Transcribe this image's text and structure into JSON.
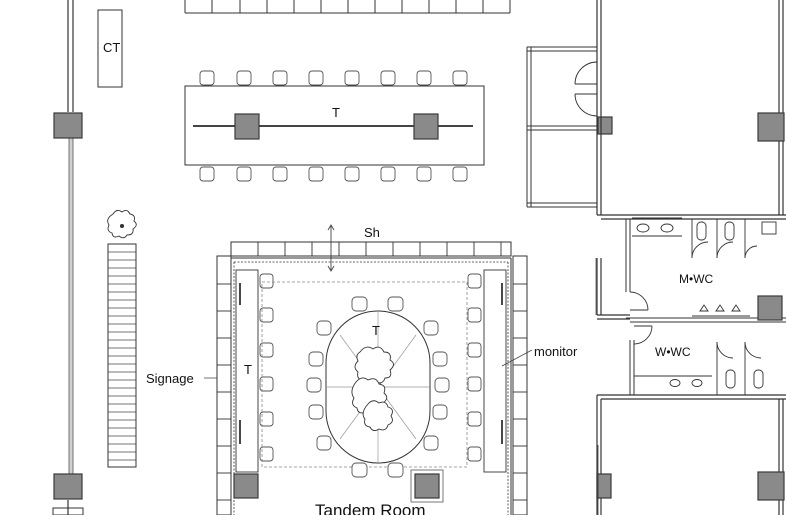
{
  "labels": {
    "ct": "CT",
    "t_top": "T",
    "sh": "Sh",
    "t_oval": "T",
    "t_side": "T",
    "m_wc": "M•WC",
    "w_wc": "W•WC",
    "monitor": "monitor",
    "signage": "Signage",
    "room_name": "Tandem Room"
  },
  "colors": {
    "line": "#333333",
    "column": "#8a8a8a",
    "wall": "#777777"
  }
}
